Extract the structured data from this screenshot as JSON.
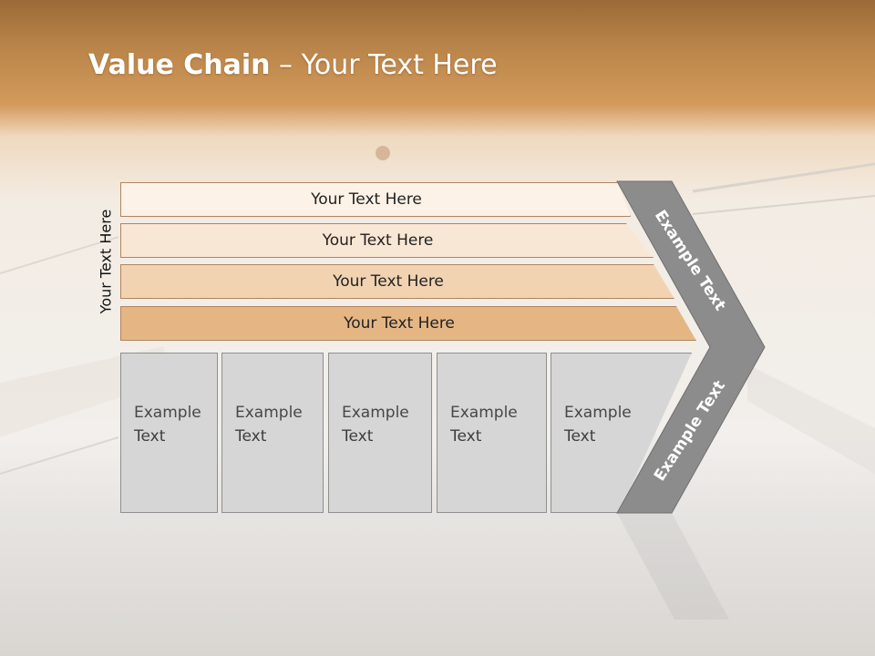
{
  "title": {
    "bold": "Value Chain",
    "rest": " – Your Text Here"
  },
  "side_label": "Your Text Here",
  "bands": [
    {
      "label": "Your Text Here"
    },
    {
      "label": "Your Text Here"
    },
    {
      "label": "Your Text Here"
    },
    {
      "label": "Your Text Here"
    }
  ],
  "columns": [
    {
      "line1": "Example",
      "line2": "Text"
    },
    {
      "line1": "Example",
      "line2": "Text"
    },
    {
      "line1": "Example",
      "line2": "Text"
    },
    {
      "line1": "Example",
      "line2": "Text"
    },
    {
      "line1": "Example",
      "line2": "Text"
    }
  ],
  "chevron": {
    "upper_label": "Example Text",
    "lower_label": "Example Text"
  },
  "colors": {
    "header": "#c98e4f",
    "chevron": "#8c8c8c",
    "band_dark": "#e5b684",
    "column": "#d6d6d6"
  }
}
